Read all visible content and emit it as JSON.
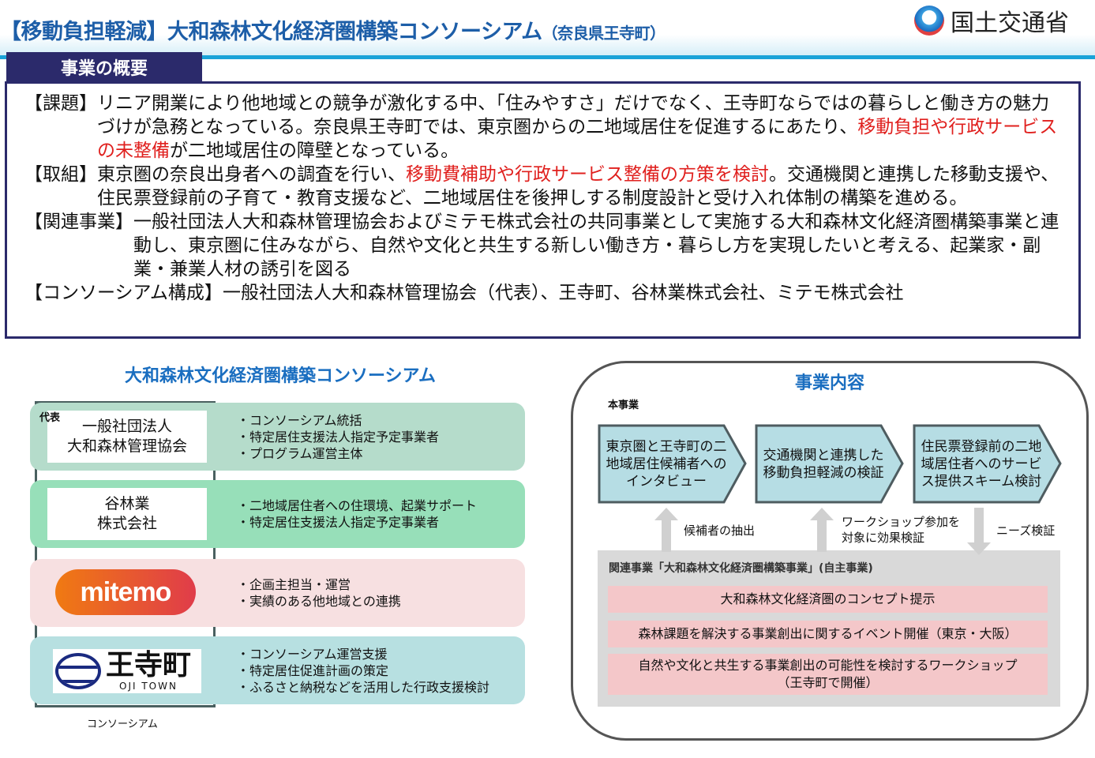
{
  "header": {
    "title": "【移動負担軽減】大和森林文化経済圏構築コンソーシアム",
    "location": "（奈良県王寺町）",
    "ministry": "国土交通省"
  },
  "section_tab": "事業の概要",
  "overview": [
    {
      "label": "【課題】",
      "parts": [
        {
          "t": "リニア開業により他地域との競争が激化する中、「住みやすさ」だけでなく、王寺町ならではの暮らしと働き方の魅力づけが急務となっている。奈良県王寺町では、東京圏からの二地域居住を促進するにあたり、"
        },
        {
          "t": "移動負担や行政サービスの未整備",
          "red": true
        },
        {
          "t": "が二地域居住の障壁となっている。"
        }
      ]
    },
    {
      "label": "【取組】",
      "parts": [
        {
          "t": "東京圏の奈良出身者への調査を行い、"
        },
        {
          "t": "移動費補助や行政サービス整備の方策を検討",
          "red": true
        },
        {
          "t": "。交通機関と連携した移動支援や、住民票登録前の子育て・教育支援など、二地域居住を後押しする制度設計と受け入れ体制の構築を進める。"
        }
      ]
    },
    {
      "label": "【関連事業】",
      "parts": [
        {
          "t": "一般社団法人大和森林管理協会およびミテモ株式会社の共同事業として実施する大和森林文化経済圏構築事業と連動し、東京圏に住みながら、自然や文化と共生する新しい働き方・暮らし方を実現したいと考える、起業家・副業・兼業人材の誘引を図る"
        }
      ]
    },
    {
      "label": "【コンソーシアム構成】",
      "parts": [
        {
          "t": "一般社団法人大和森林管理協会（代表）、王寺町、谷林業株式会社、ミテモ株式会社"
        }
      ]
    }
  ],
  "consortium": {
    "title": "大和森林文化経済圏構築コンソーシアム",
    "rep_label": "代表",
    "footer_label": "コンソーシアム",
    "members": [
      {
        "name1": "一般社団法人",
        "name2": "大和森林管理協会",
        "desc": "・コンソーシアム統括\n・特定居住支援法人指定予定事業者\n・プログラム運営主体",
        "color": "#b5dccb"
      },
      {
        "name1": "谷林業",
        "name2": "株式会社",
        "desc": "・二地域居住者への住環境、起業サポート\n・特定居住支援法人指定予定事業者",
        "color": "#97dfb9"
      },
      {
        "logo": "mitemo",
        "desc": "・企画主担当・運営\n・実績のある他地域との連携",
        "color": "#f7e0e1"
      },
      {
        "logo_kanji": "王寺町",
        "logo_en": "OJI TOWN",
        "desc": "・コンソーシアム運営支援\n・特定居住促進計画の策定\n・ふるさと納税などを活用した行政支援検討",
        "color": "#b7e0e1"
      }
    ]
  },
  "business": {
    "title": "事業内容",
    "main_label": "本事業",
    "steps": [
      "東京圏と王寺町の二地域居住候補者へのインタビュー",
      "交通機関と連携した移動負担軽減の検証",
      "住民票登録前の二地域居住者へのサービス提供スキーム検討"
    ],
    "arrow_notes": [
      "候補者の抽出",
      "ワークショップ参加を対象に効果検証",
      "ニーズ検証"
    ],
    "related_label": "関連事業「大和森林文化経済圏構築事業」(自主事業)",
    "related_items": [
      "大和森林文化経済圏のコンセプト提示",
      "森林課題を解決する事業創出に関するイベント開催（東京・大阪）",
      "自然や文化と共生する事業創出の可能性を検討するワークショップ",
      "（王寺町で開催）"
    ]
  }
}
